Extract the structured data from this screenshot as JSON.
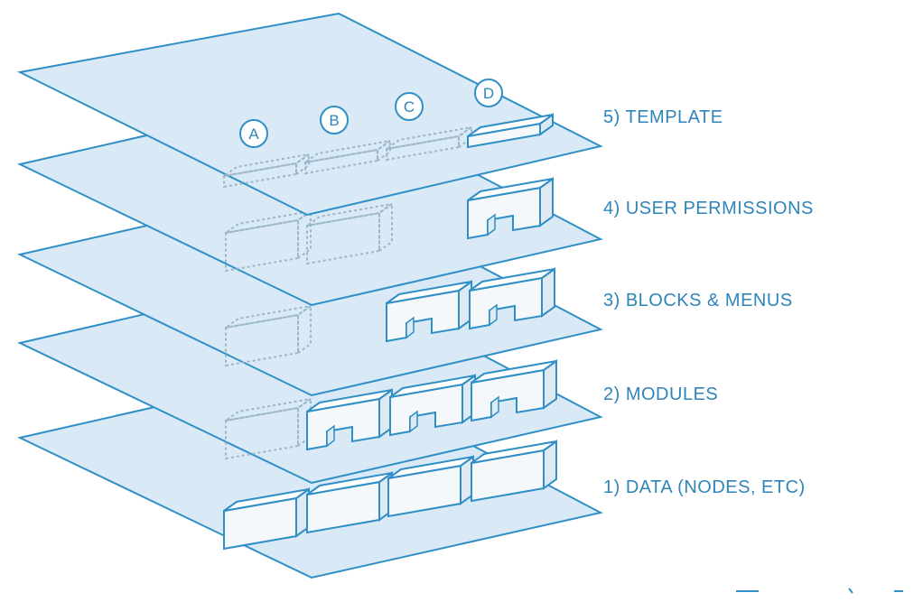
{
  "colors": {
    "plane_fill": "#d9eaf6",
    "plane_stroke": "#2f8fc6",
    "block_top": "#ffffff",
    "block_front": "#f4f8fb",
    "block_side": "#dfe9f1",
    "label_text": "#2f85b9",
    "dotted_block": "#9ab6c9"
  },
  "icons": {
    "solid_block": "box-icon",
    "notched_block": "notched-block-icon",
    "dotted_block": "placeholder-block-icon",
    "slot_letter": "circled-letter-icon"
  },
  "layers": [
    {
      "label": "5) TEMPLATE"
    },
    {
      "label": "4) USER PERMISSIONS"
    },
    {
      "label": "3) BLOCKS & MENUS"
    },
    {
      "label": "2) MODULES"
    },
    {
      "label": "1) DATA (NODES, ETC)"
    }
  ],
  "template_slots": [
    "A",
    "B",
    "C",
    "D"
  ]
}
